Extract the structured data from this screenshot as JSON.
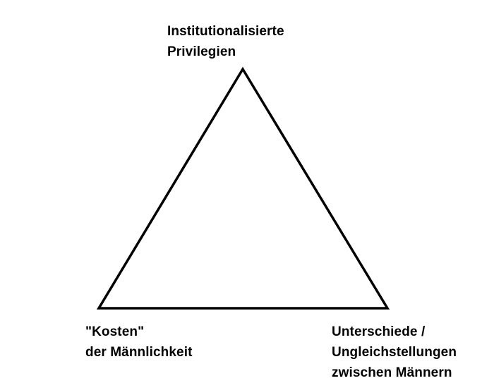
{
  "diagram": {
    "type": "triangle",
    "colors": {
      "stroke": "#000000",
      "background": "#ffffff",
      "text": "#000000"
    },
    "vertices": {
      "top": {
        "lines": [
          "Institutionalisierte",
          "Privilegien"
        ]
      },
      "bottom_left": {
        "lines": [
          "\"Kosten\"",
          "der Männlichkeit"
        ]
      },
      "bottom_right": {
        "lines": [
          "Unterschiede /",
          "Ungleichstellungen",
          "zwischen Männern"
        ]
      }
    }
  }
}
